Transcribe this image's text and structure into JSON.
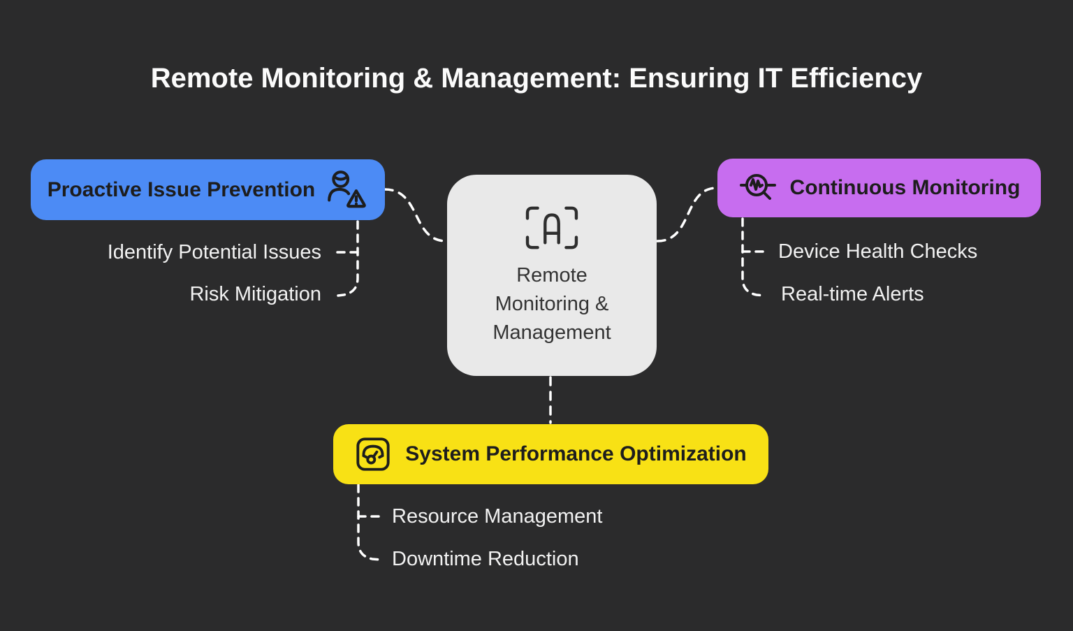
{
  "title": "Remote Monitoring & Management: Ensuring IT Efficiency",
  "background_color": "#2b2b2c",
  "connector_style": {
    "color": "#ffffff",
    "dashed": true
  },
  "center_node": {
    "icon": "scan-letter-a-icon",
    "label": "Remote Monitoring & Management",
    "lines": [
      "Remote",
      "Monitoring &",
      "Management"
    ],
    "bg_color": "#e9e9e9",
    "text_color": "#333333"
  },
  "branches": [
    {
      "label": "Proactive Issue Prevention",
      "icon": "user-alert-icon",
      "color": "#4c8bf5",
      "position": "left",
      "children": [
        "Identify Potential Issues",
        "Risk Mitigation"
      ]
    },
    {
      "label": "Continuous Monitoring",
      "icon": "pulse-magnifier-icon",
      "color": "#c76def",
      "position": "right",
      "children": [
        "Device Health Checks",
        "Real-time Alerts"
      ]
    },
    {
      "label": "System Performance Optimization",
      "icon": "gauge-icon",
      "color": "#f8e115",
      "position": "bottom",
      "children": [
        "Resource Management",
        "Downtime Reduction"
      ]
    }
  ]
}
